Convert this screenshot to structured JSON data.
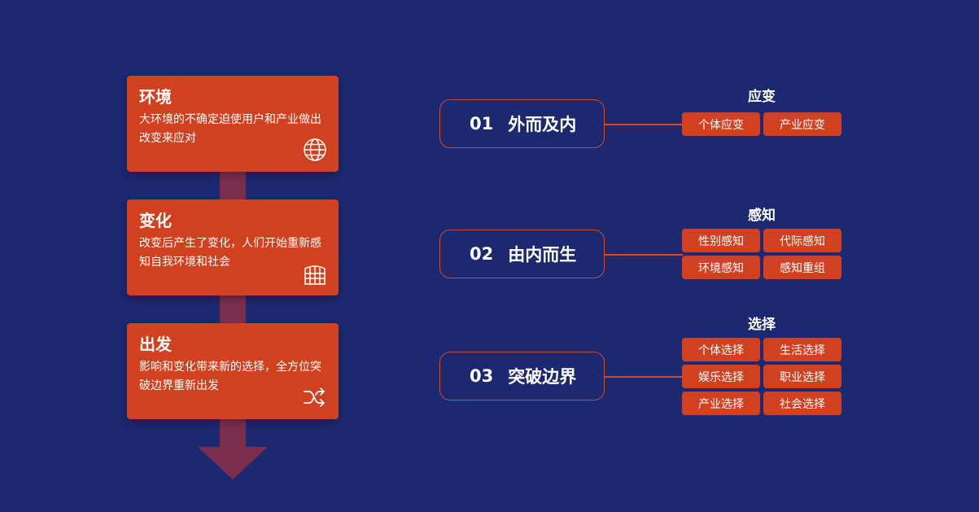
{
  "colors": {
    "background": "#1c2870",
    "accent": "#d1401f",
    "arrow": "#7a2e4b",
    "text": "#ffffff"
  },
  "steps": [
    {
      "title": "环境",
      "desc": "大环境的不确定迫使用户和产业做出改变来应对",
      "icon": "globe-icon"
    },
    {
      "title": "变化",
      "desc": "改变后产生了变化，人们开始重新感知自我环境和社会",
      "icon": "building-icon"
    },
    {
      "title": "出发",
      "desc": "影响和变化带来新的选择，全方位突破边界重新出发",
      "icon": "shuffle-icon"
    }
  ],
  "branches": [
    {
      "num": "01",
      "label": "外而及内",
      "group_title": "应变",
      "tags": [
        "个体应变",
        "产业应变"
      ]
    },
    {
      "num": "02",
      "label": "由内而生",
      "group_title": "感知",
      "tags": [
        "性别感知",
        "代际感知",
        "环境感知",
        "感知重组"
      ]
    },
    {
      "num": "03",
      "label": "突破边界",
      "group_title": "选择",
      "tags": [
        "个体选择",
        "生活选择",
        "娱乐选择",
        "职业选择",
        "产业选择",
        "社会选择"
      ]
    }
  ]
}
